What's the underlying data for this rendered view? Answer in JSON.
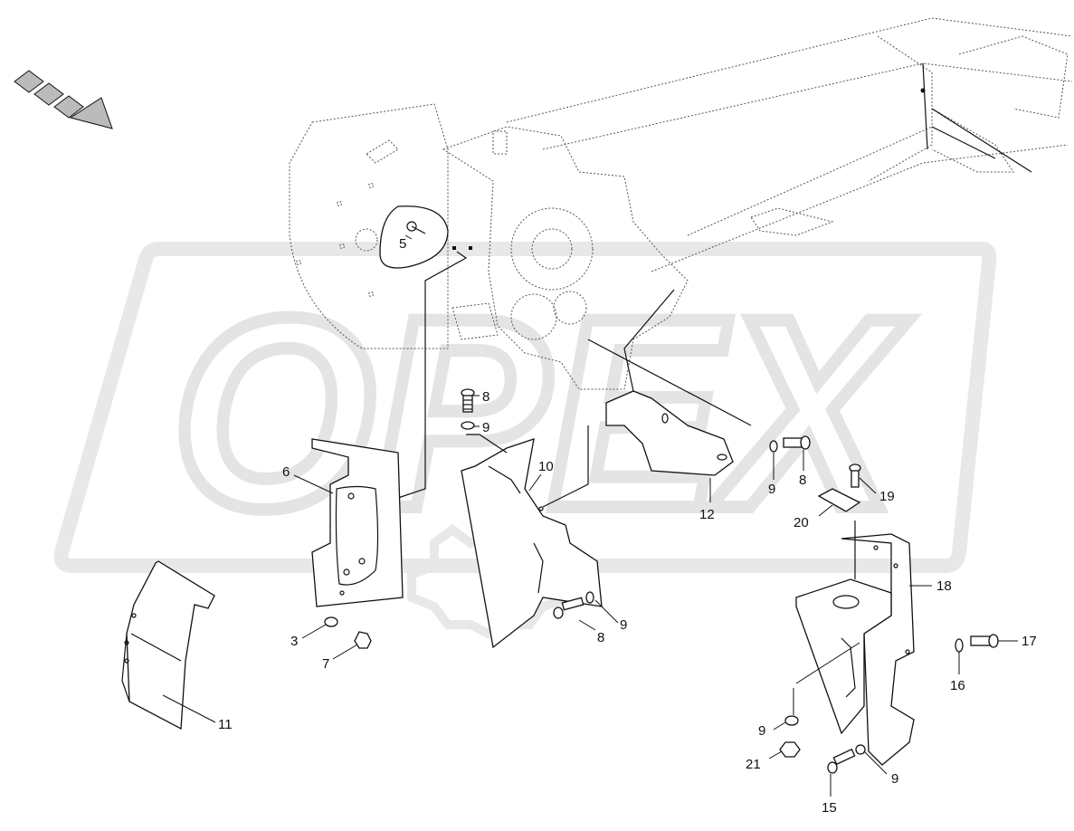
{
  "watermark": {
    "text": "OPEX",
    "color": "#e6e6e6"
  },
  "colors": {
    "line": "#111111",
    "background": "#ffffff",
    "phantom": "#555555"
  },
  "callouts": [
    {
      "id": "c5",
      "label": "5"
    },
    {
      "id": "c6",
      "label": "6"
    },
    {
      "id": "c3",
      "label": "3"
    },
    {
      "id": "c7",
      "label": "7"
    },
    {
      "id": "c8a",
      "label": "8"
    },
    {
      "id": "c9a",
      "label": "9"
    },
    {
      "id": "c10",
      "label": "10"
    },
    {
      "id": "c8b",
      "label": "8"
    },
    {
      "id": "c9b",
      "label": "9"
    },
    {
      "id": "c12",
      "label": "12"
    },
    {
      "id": "c9c",
      "label": "9"
    },
    {
      "id": "c8c",
      "label": "8"
    },
    {
      "id": "c19",
      "label": "19"
    },
    {
      "id": "c20",
      "label": "20"
    },
    {
      "id": "c18",
      "label": "18"
    },
    {
      "id": "c17",
      "label": "17"
    },
    {
      "id": "c16",
      "label": "16"
    },
    {
      "id": "c11",
      "label": "11"
    },
    {
      "id": "c9d",
      "label": "9"
    },
    {
      "id": "c21",
      "label": "21"
    },
    {
      "id": "c9e",
      "label": "9"
    },
    {
      "id": "c15",
      "label": "15"
    }
  ]
}
